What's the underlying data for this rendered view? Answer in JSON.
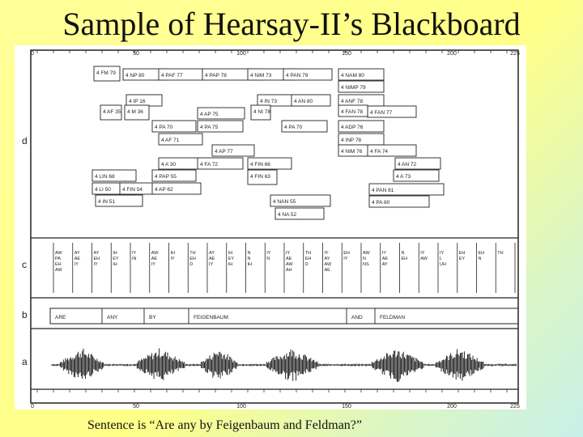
{
  "title": "Sample of Hearsay-II’s Blackboard",
  "caption": "Sentence is “Are any by Feigenbaum and Feldman?”",
  "figure": {
    "time_ticks": [
      "0",
      "50",
      "100",
      "150",
      "200",
      "225"
    ],
    "level_labels": [
      "d",
      "c",
      "b",
      "a"
    ],
    "level_b_words": [
      "ARE",
      "ANY",
      "BY",
      "FEIGENBAUM",
      "AND",
      "FELDMAN"
    ],
    "level_d_hypotheses": [
      "4 FM 79",
      "4 NP 80",
      "4 PAF 77",
      "4 PAP 78",
      "4 NIM 73",
      "4 PAN 79",
      "4 NAM 80",
      "4 NIMP 79",
      "4 IP 16",
      "4 IN 73",
      "4 AN 80",
      "4 ANF 78",
      "4 AF 35",
      "4 M 36",
      "4 AP 75",
      "4 NI 78",
      "4 FAN 77",
      "4 FAN 78",
      "4 PA 70",
      "4 PA 75",
      "4 PA 70",
      "4 ADP 76",
      "4 AF 71",
      "4 INP 78",
      "4 AP 77",
      "4 NIM 76",
      "4 FA 74",
      "4 A 30",
      "4 FA 72",
      "4 FIN 66",
      "4 AN 72",
      "4 LIN 68",
      "4 PAP 55",
      "4 FIN 63",
      "4 A 73",
      "4 LI 50",
      "4 FIN 54",
      "4 AP 62",
      "4 PAN 81",
      "4 IN 51",
      "4 NAN 55",
      "4 PA 80",
      "4 NA 52"
    ],
    "level_c_segments": [
      "AW PA EH AW",
      "AY AE IY",
      "AY EH IY",
      "IH EY IH",
      "IY IN",
      "AW AE IY",
      "IH IY",
      "TH EH D",
      "AY AE IY",
      "IH EY IH",
      "N N IH",
      "IY N",
      "IY AE AW AH",
      "TH EH D",
      "IY AY AW AE",
      "EH IY",
      "AW N NS",
      "IY AE AY",
      "N EH",
      "IY AW",
      "IY L UH",
      "EH EY",
      "EH N",
      "TH"
    ]
  }
}
